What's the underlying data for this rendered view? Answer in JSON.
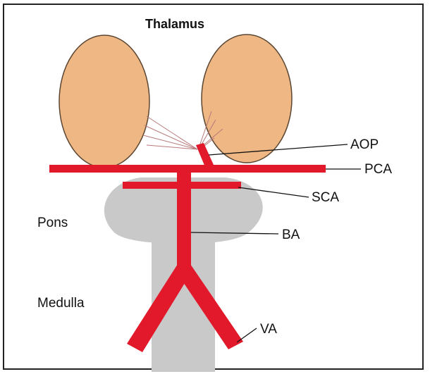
{
  "labels": {
    "thalamus": "Thalamus",
    "pons": "Pons",
    "medulla": "Medulla",
    "aop": "AOP",
    "pca": "PCA",
    "sca": "SCA",
    "ba": "BA",
    "va": "VA"
  },
  "colors": {
    "thalamus_fill": "#eeb784",
    "thalamus_stroke": "#5a4632",
    "brainstem": "#c9c9c9",
    "artery": "#e2192b",
    "leader": "#111111"
  }
}
